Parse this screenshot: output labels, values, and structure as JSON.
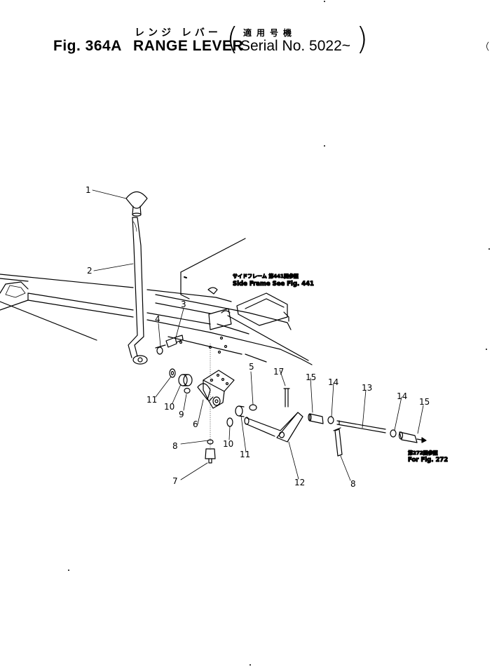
{
  "header": {
    "fig_no": "Fig. 364A",
    "title_jp": "レンジ レバー",
    "title_en": "RANGE LEVER",
    "serial_jp": "適用号機",
    "serial_en": "Serial No. 5022~"
  },
  "references": {
    "side_frame_jp": "サイドフレーム 第441図参照",
    "side_frame_en": "Side Frame See Fig. 441",
    "fig272_jp": "第272図参照",
    "fig272_en": "For Fig. 272"
  },
  "callouts": [
    {
      "id": "1",
      "label": "1"
    },
    {
      "id": "2",
      "label": "2"
    },
    {
      "id": "3",
      "label": "3"
    },
    {
      "id": "4",
      "label": "4"
    },
    {
      "id": "5",
      "label": "5"
    },
    {
      "id": "6",
      "label": "6"
    },
    {
      "id": "7",
      "label": "7"
    },
    {
      "id": "8a",
      "label": "8"
    },
    {
      "id": "8b",
      "label": "8"
    },
    {
      "id": "9",
      "label": "9"
    },
    {
      "id": "10a",
      "label": "10"
    },
    {
      "id": "10b",
      "label": "10"
    },
    {
      "id": "11a",
      "label": "11"
    },
    {
      "id": "11b",
      "label": "11"
    },
    {
      "id": "12",
      "label": "12"
    },
    {
      "id": "13",
      "label": "13"
    },
    {
      "id": "14a",
      "label": "14"
    },
    {
      "id": "14b",
      "label": "14"
    },
    {
      "id": "15a",
      "label": "15"
    },
    {
      "id": "15b",
      "label": "15"
    },
    {
      "id": "17",
      "label": "17"
    }
  ]
}
